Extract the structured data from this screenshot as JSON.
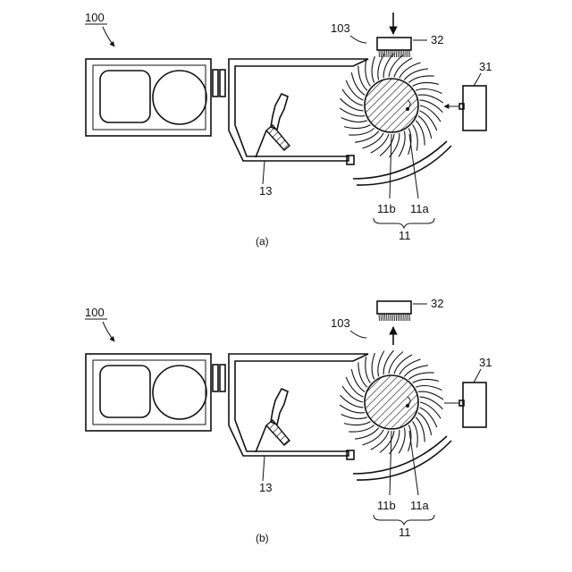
{
  "figures": [
    {
      "caption": "(a)",
      "labels": {
        "device": "100",
        "opening": "103",
        "brush": "32",
        "sensor": "31",
        "nozzle": "13",
        "inner": "11b",
        "outer": "11a",
        "roller": "11"
      },
      "brush_state": "lowered"
    },
    {
      "caption": "(b)",
      "labels": {
        "device": "100",
        "opening": "103",
        "brush": "32",
        "sensor": "31",
        "nozzle": "13",
        "inner": "11b",
        "outer": "11a",
        "roller": "11"
      },
      "brush_state": "raised"
    }
  ]
}
